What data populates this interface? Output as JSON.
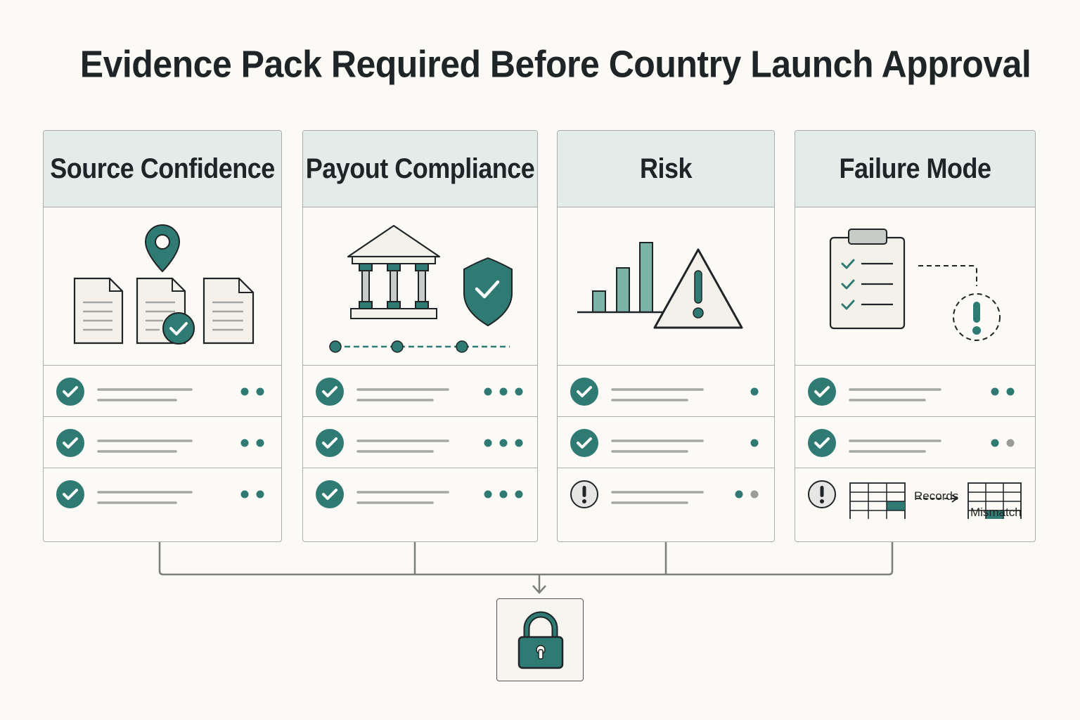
{
  "title": "Evidence Pack Required Before Country Launch Approval",
  "colors": {
    "teal": "#2f7b73",
    "light_teal": "#7bb3a9",
    "header_bg": "#e4ecea",
    "border": "#a9aeac",
    "gray_line": "#a5a7a5",
    "background": "#fbfaf6"
  },
  "columns": [
    {
      "header": "Source Confidence",
      "icon": "documents-with-location-pin-icon",
      "rows": [
        {
          "status": "check",
          "dots": [
            "teal",
            "teal"
          ]
        },
        {
          "status": "check",
          "dots": [
            "teal",
            "teal"
          ]
        },
        {
          "status": "check",
          "dots": [
            "teal",
            "teal"
          ]
        }
      ]
    },
    {
      "header": "Payout Compliance",
      "icon": "bank-with-shield-icon",
      "rows": [
        {
          "status": "check",
          "dots": [
            "teal",
            "teal",
            "teal"
          ]
        },
        {
          "status": "check",
          "dots": [
            "teal",
            "teal",
            "teal"
          ]
        },
        {
          "status": "check",
          "dots": [
            "teal",
            "teal",
            "teal"
          ]
        }
      ]
    },
    {
      "header": "Risk",
      "icon": "bar-chart-warning-icon",
      "rows": [
        {
          "status": "check",
          "dots": [
            "teal"
          ]
        },
        {
          "status": "check",
          "dots": [
            "teal"
          ]
        },
        {
          "status": "warning",
          "dots": [
            "teal",
            "gray"
          ]
        }
      ]
    },
    {
      "header": "Failure Mode",
      "icon": "clipboard-checklist-icon",
      "rows": [
        {
          "status": "check",
          "dots": [
            "teal",
            "teal"
          ]
        },
        {
          "status": "check",
          "dots": [
            "teal",
            "gray"
          ]
        },
        {
          "status": "warning",
          "dots": []
        }
      ],
      "records_label": "Records",
      "mismatch_label": "Mismatch"
    }
  ],
  "gate_icon": "padlock-icon"
}
